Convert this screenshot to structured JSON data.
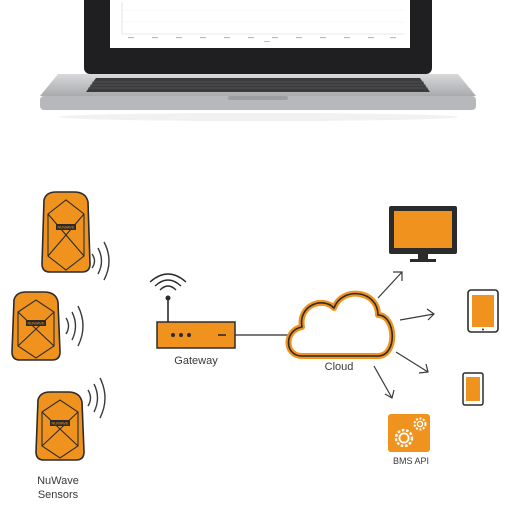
{
  "labels": {
    "gateway": "Gateway",
    "cloud": "Cloud",
    "bms_api": "BMS API",
    "sensors": "NuWave Sensors"
  },
  "icons": {
    "laptop": "laptop-icon",
    "sensor": "sensor-icon",
    "gateway": "router-icon",
    "cloud": "cloud-icon",
    "monitor": "monitor-icon",
    "tablet": "tablet-icon",
    "phone": "phone-icon",
    "bms": "gears-icon"
  },
  "colors": {
    "accent": "#f0931e",
    "outline": "#2b2b2b",
    "laptop_body": "#c9cacc",
    "laptop_keys": "#3b3b3d"
  }
}
